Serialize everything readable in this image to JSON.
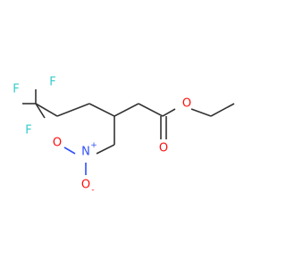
{
  "molecule": {
    "colors": {
      "carbon_bond": "#333333",
      "fluorine": "#33cccc",
      "oxygen": "#ff0d0d",
      "nitrogen": "#3050f8"
    },
    "atoms": {
      "f1": "F",
      "f2": "F",
      "f3": "F",
      "o_ester": "O",
      "o_carbonyl": "O",
      "n_nitro": "N",
      "n_charge": "+",
      "o_nitro_double": "O",
      "o_nitro_single": "O",
      "o_nitro_charge": "-"
    }
  }
}
